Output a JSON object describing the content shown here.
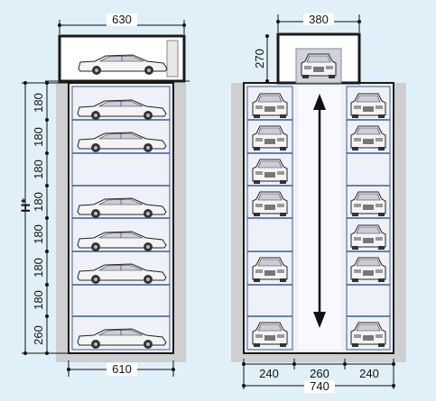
{
  "left_view": {
    "top_width": "630",
    "bottom_width": "610",
    "height_label": "H*",
    "level_heights": [
      "180",
      "180",
      "180",
      "180",
      "180",
      "180",
      "180",
      "260"
    ]
  },
  "right_view": {
    "lift_width": "380",
    "lift_height": "270",
    "bay_widths": [
      "240",
      "260",
      "240"
    ],
    "total_width": "740"
  },
  "colors": {
    "background": "#dff0f8",
    "frame": "#1a1a1a",
    "shaft_fill": "#eef2f8",
    "level_line": "#3a5a9a",
    "concrete": "#cfcfcf"
  }
}
